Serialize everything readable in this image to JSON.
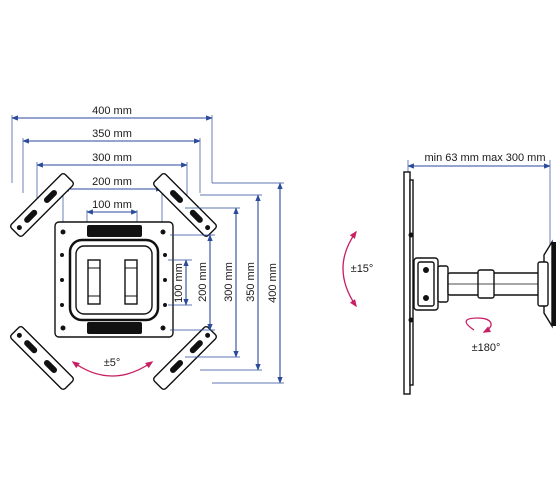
{
  "front_view": {
    "horizontal_dims": [
      "400 mm",
      "350 mm",
      "300 mm",
      "200 mm",
      "100 mm"
    ],
    "vertical_dims": [
      "100 mm",
      "200 mm",
      "300 mm",
      "350 mm",
      "400 mm"
    ],
    "tilt_label": "±5°"
  },
  "side_view": {
    "extension_label": "min 63 mm max 300 mm",
    "tilt_label": "±15°",
    "swivel_label": "±180°"
  },
  "colors": {
    "dimension_lines": "#2b4a9c",
    "rotation_arrows": "#c81e63",
    "drawing": "#111111"
  }
}
